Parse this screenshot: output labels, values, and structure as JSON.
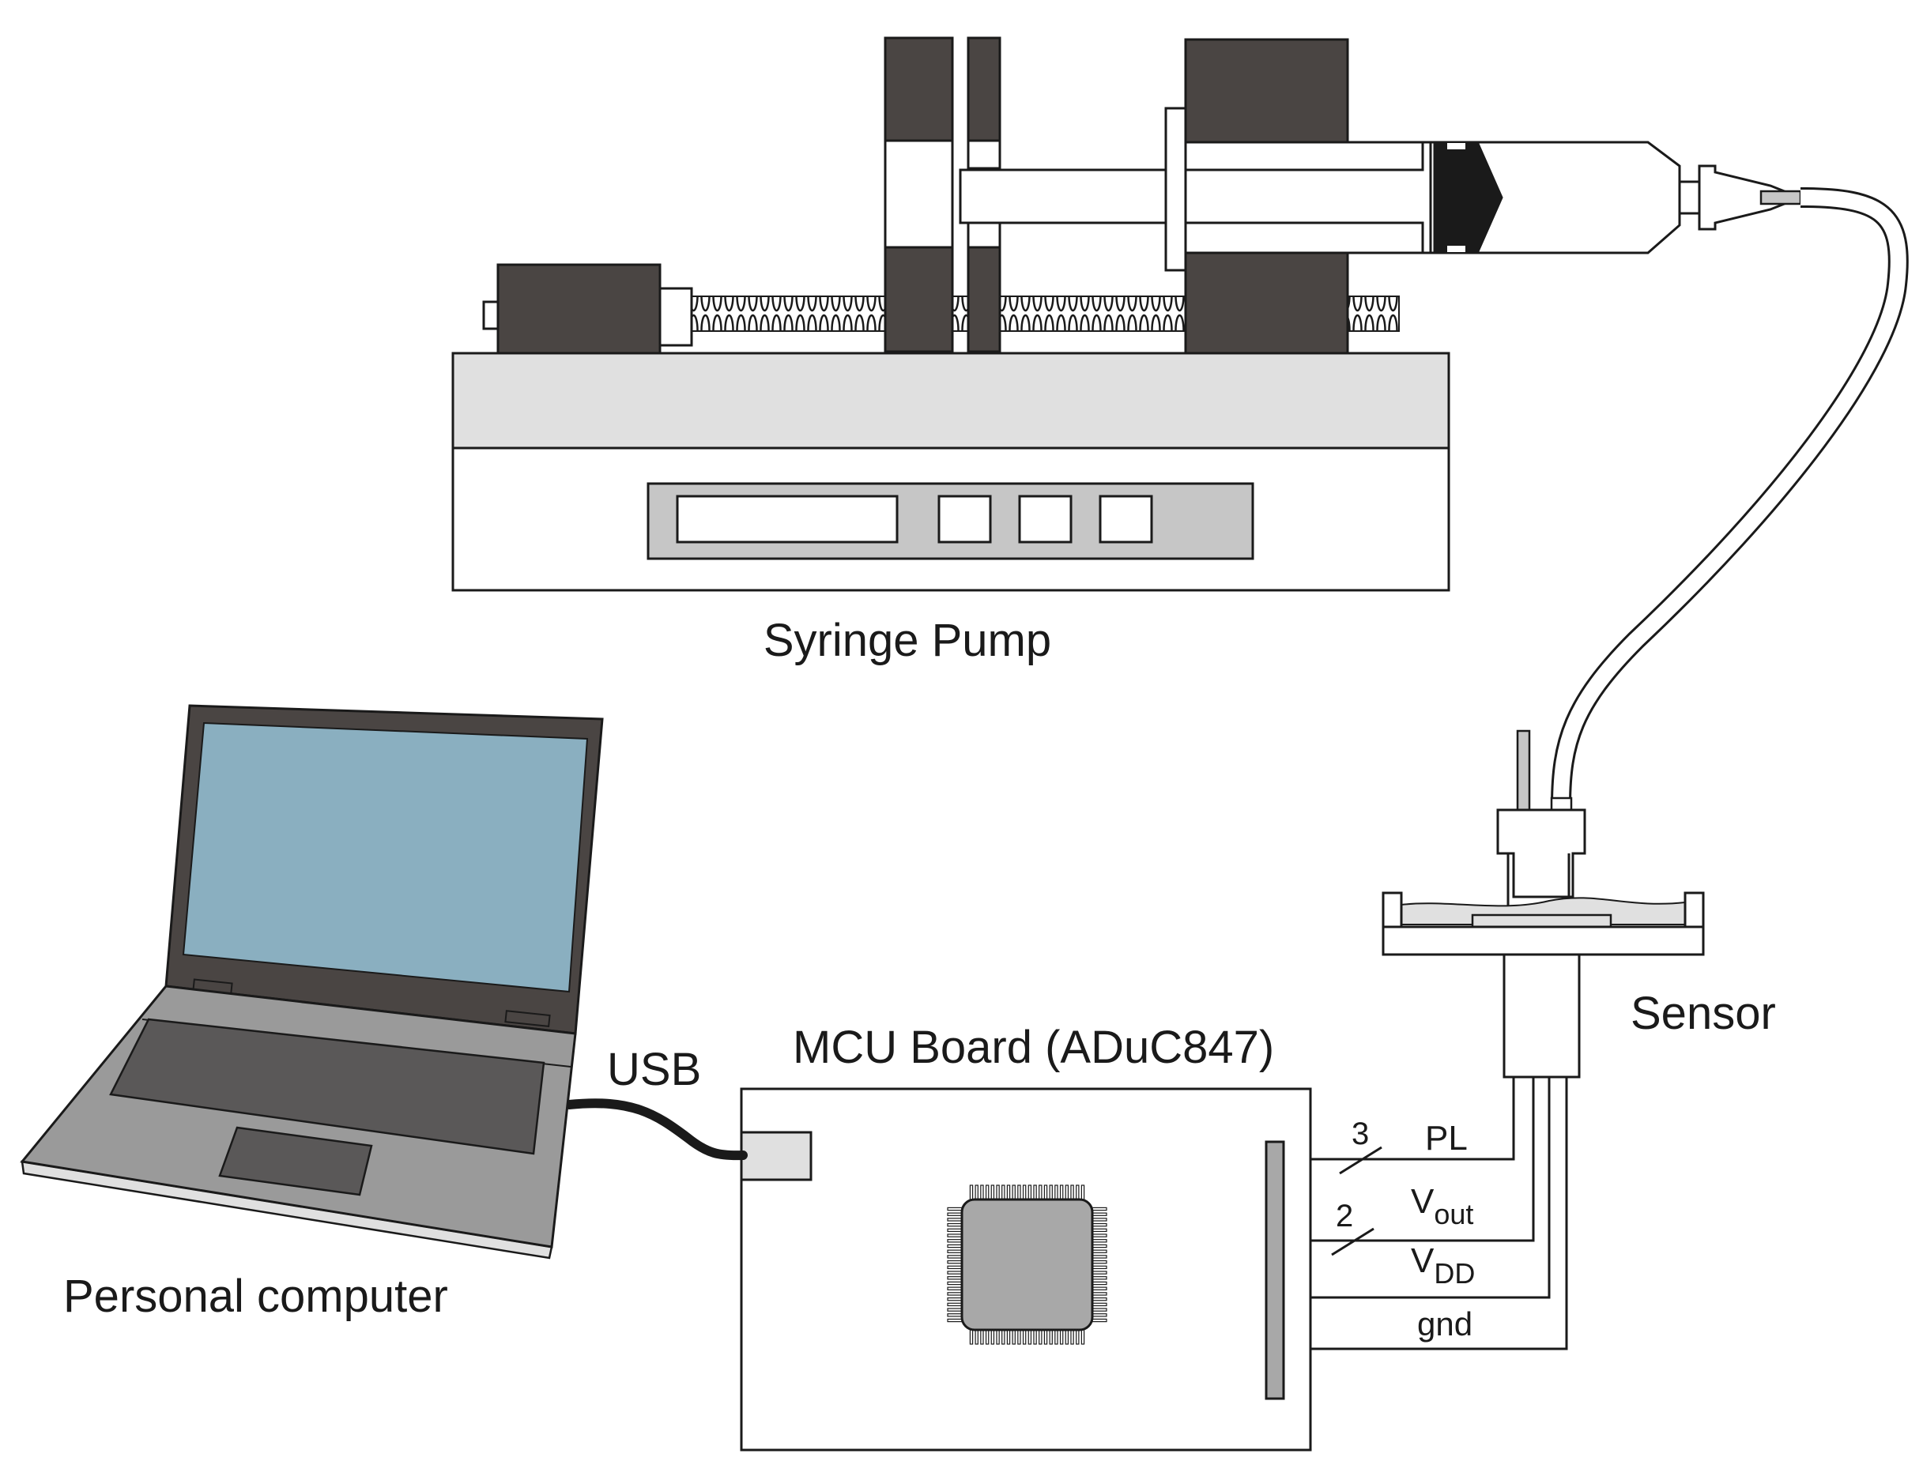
{
  "labels": {
    "syringe_pump": "Syringe Pump",
    "personal_computer": "Personal computer",
    "usb": "USB",
    "mcu_board": "MCU Board (ADuC847)",
    "sensor": "Sensor"
  },
  "signals": {
    "pl": {
      "name": "PL",
      "bus_width": "3"
    },
    "vout": {
      "base": "V",
      "sub": "out",
      "bus_width": "2"
    },
    "vdd": {
      "base": "V",
      "sub": "DD"
    },
    "gnd": {
      "name": "gnd"
    }
  },
  "colors": {
    "dark_block": "#4a4543",
    "stroke": "#1a1a1a",
    "light_fill": "#e0e0e0",
    "panel_fill": "#c6c6c6",
    "laptop_body": "#9a9a9a",
    "laptop_screen": "#8aafc0",
    "keyboard": "#5a5858",
    "chip": "#a8a8a8"
  }
}
